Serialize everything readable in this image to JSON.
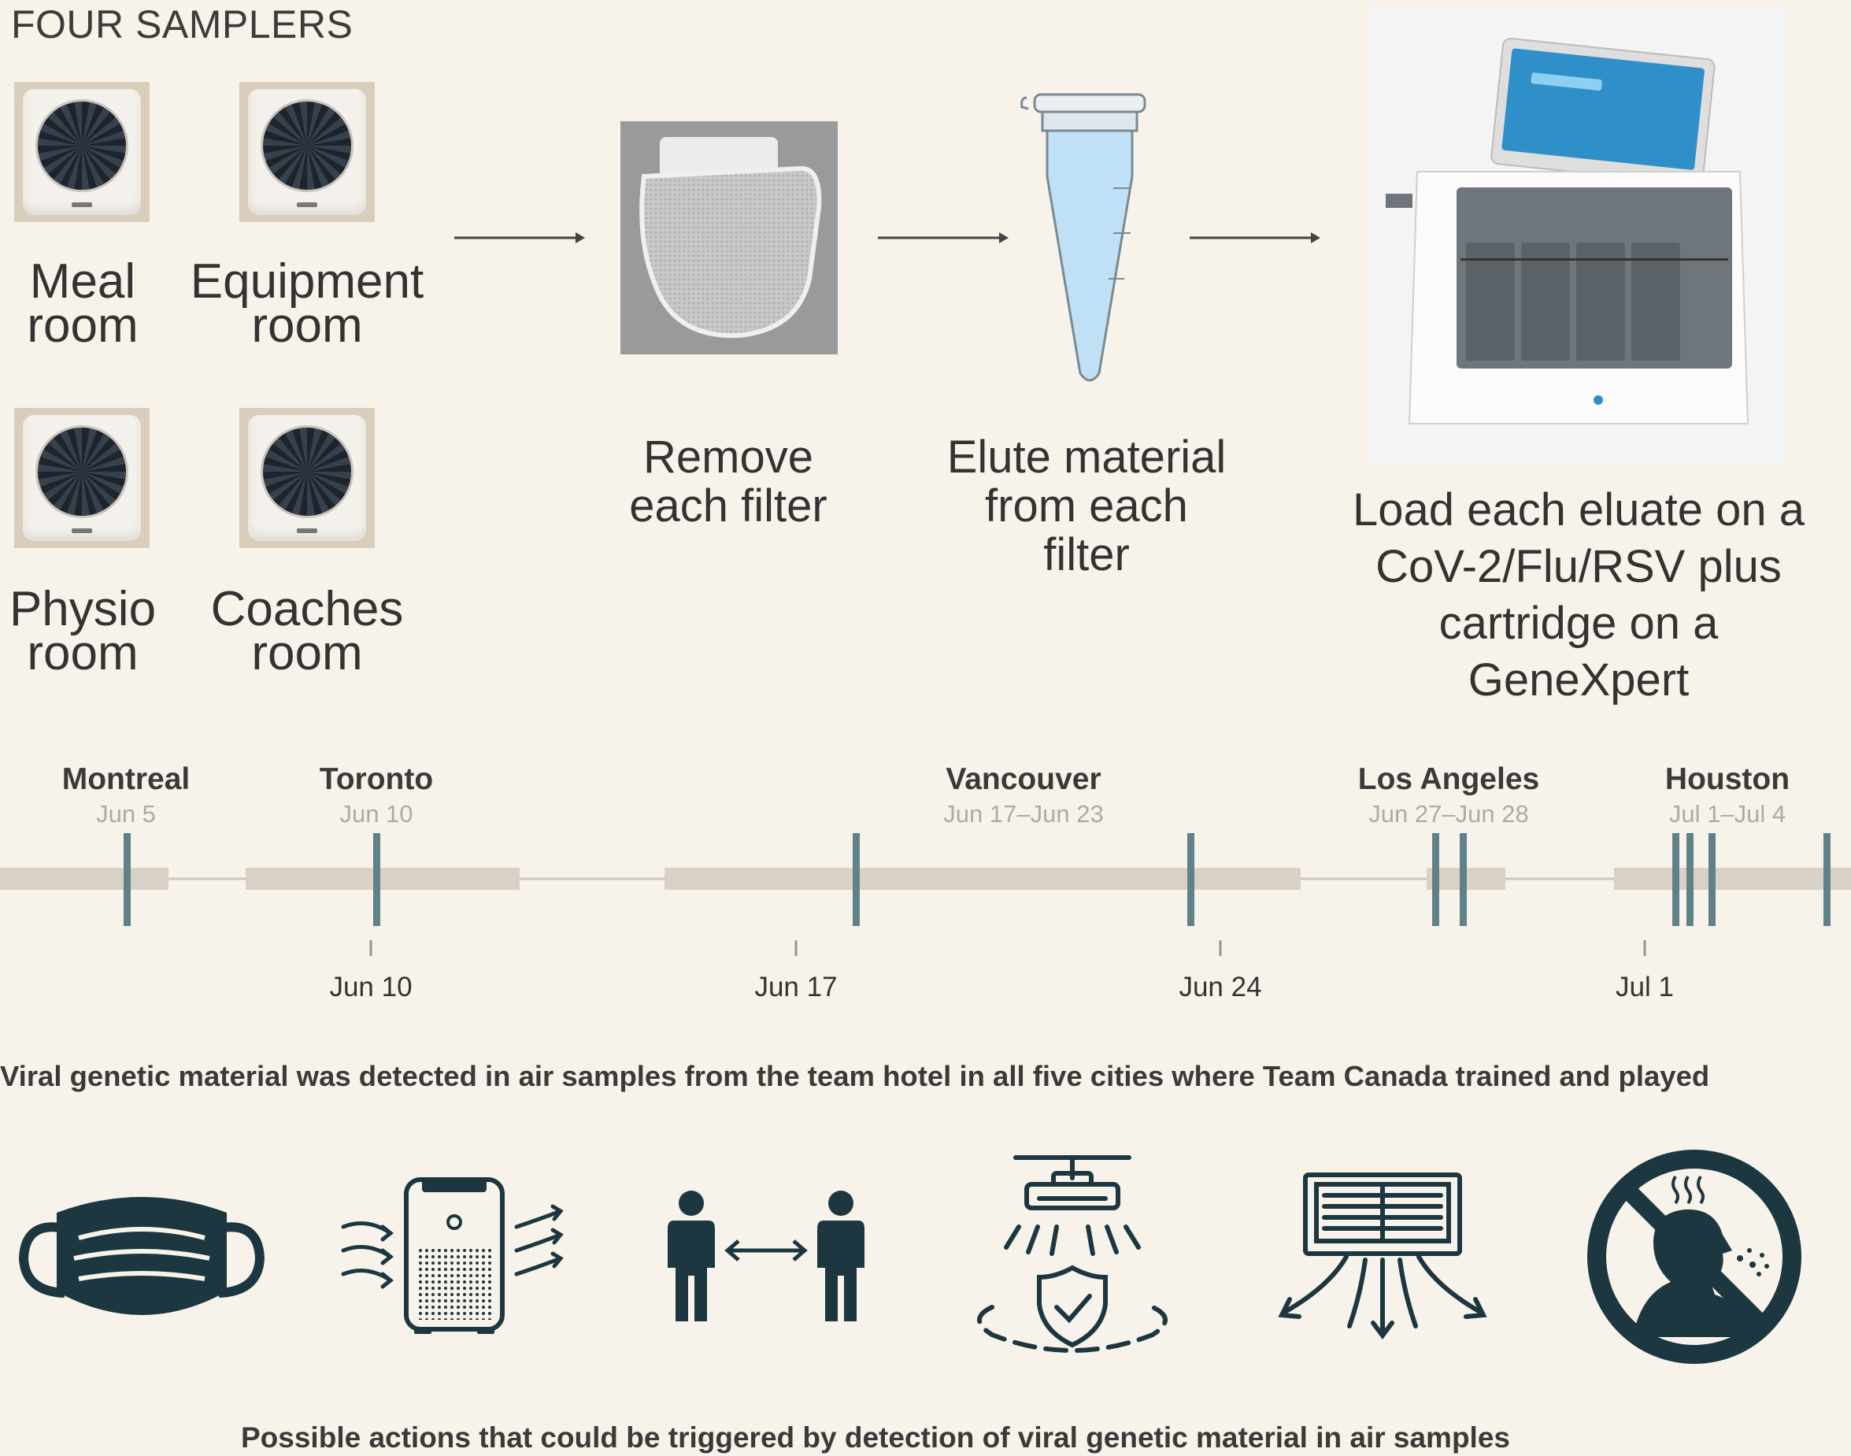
{
  "header": {
    "title": "FOUR SAMPLERS"
  },
  "samplers": [
    {
      "label_line1": "Meal",
      "label_line2": "room"
    },
    {
      "label_line1": "Equipment",
      "label_line2": "room"
    },
    {
      "label_line1": "Physio",
      "label_line2": "room"
    },
    {
      "label_line1": "Coaches",
      "label_line2": "room"
    }
  ],
  "steps": [
    {
      "line1": "Remove",
      "line2": "each filter"
    },
    {
      "line1": "Elute material",
      "line2": "from each",
      "line3": "filter"
    },
    {
      "line1": "Load each eluate on a",
      "line2": "CoV-2/Flu/RSV plus",
      "line3": "cartridge on a",
      "line4": "GeneXpert"
    }
  ],
  "timeline": {
    "cities": [
      {
        "name": "Montreal",
        "dates": "Jun 5"
      },
      {
        "name": "Toronto",
        "dates": "Jun 10"
      },
      {
        "name": "Vancouver",
        "dates": "Jun 17–Jun 23"
      },
      {
        "name": "Los Angeles",
        "dates": "Jun 27–Jun 28"
      },
      {
        "name": "Houston",
        "dates": "Jul 1–Jul 4"
      }
    ],
    "axis_ticks": [
      "Jun 10",
      "Jun 17",
      "Jun 24",
      "Jul 1"
    ],
    "caption": "Viral genetic material was detected in air samples from the team hotel in all five cities where Team Canada trained and played"
  },
  "actions": {
    "icons": [
      "face-mask-icon",
      "air-purifier-icon",
      "physical-distancing-icon",
      "uv-disinfection-icon",
      "ventilation-icon",
      "no-coughing-icon"
    ],
    "caption": "Possible actions that could be triggered by detection of viral genetic material in air samples"
  },
  "colors": {
    "background": "#f8f3ea",
    "detection_marker": "#5f8189",
    "stay_band": "#d9d1c6",
    "icon_dark": "#1c3740"
  }
}
